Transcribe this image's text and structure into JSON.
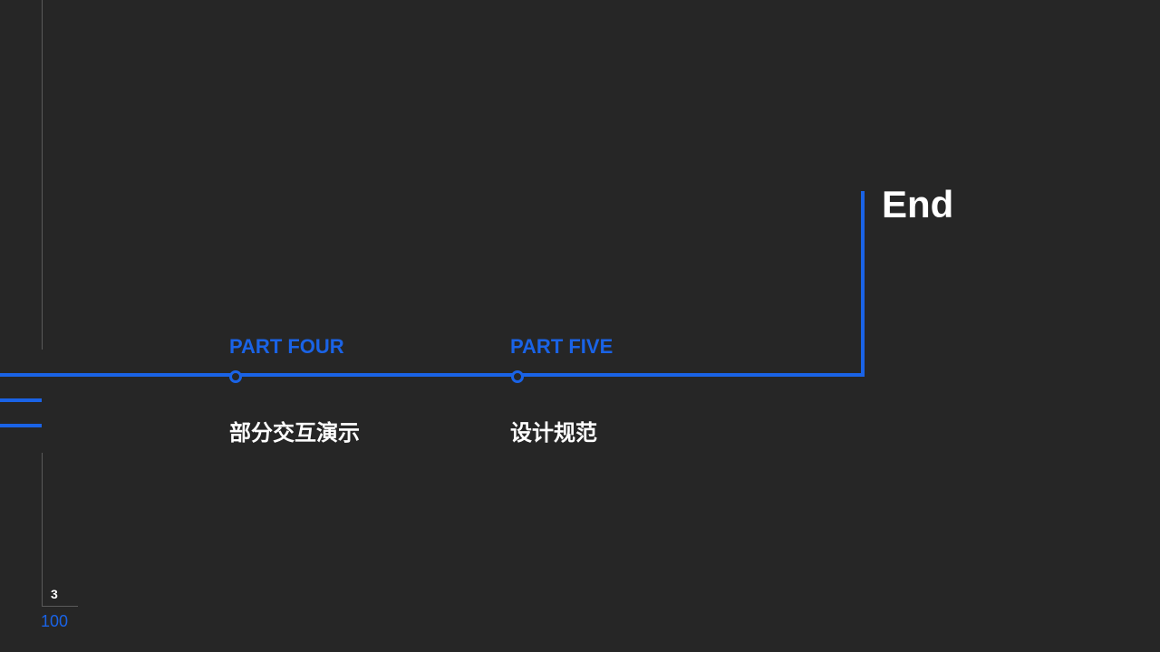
{
  "timeline": {
    "sections": [
      {
        "label": "PART FOUR",
        "title": "部分交互演示"
      },
      {
        "label": "PART FIVE",
        "title": "设计规范"
      }
    ],
    "end_label": "End"
  },
  "pagination": {
    "current": "3",
    "total": "100"
  },
  "colors": {
    "background": "#262626",
    "accent": "#1a63e6",
    "text": "#ffffff",
    "guide_line": "#5a5a5a"
  }
}
